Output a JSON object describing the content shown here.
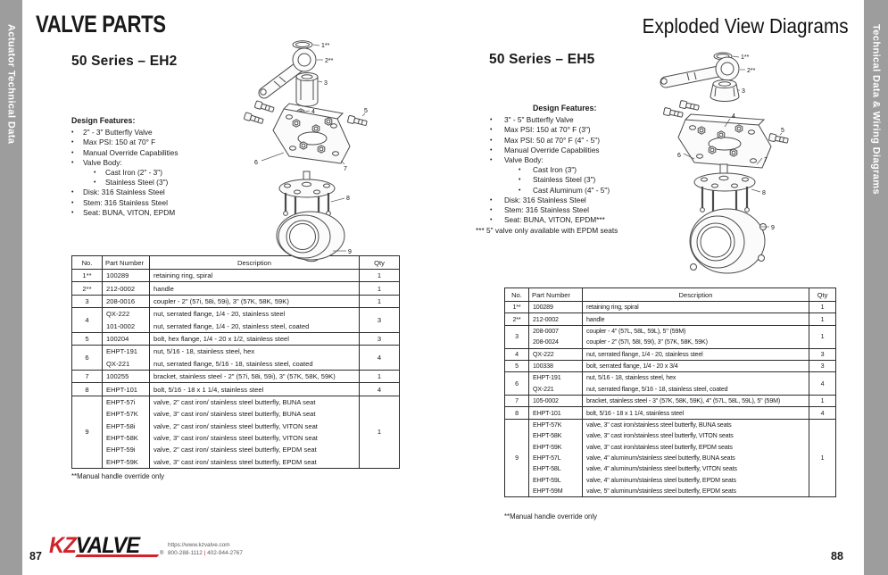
{
  "page": {
    "header_left": "VALVE PARTS",
    "header_right": "Exploded View Diagrams",
    "left_sidebar": "Actuator Technical Data",
    "right_sidebar": "Technical Data & Wiring Diagrams",
    "left_page_number": "87",
    "right_page_number": "88",
    "bullet_char": "•",
    "accent_red": "#d2232a",
    "sidebar_gray": "#9d9d9d"
  },
  "footer": {
    "logo_kz": "KZ",
    "logo_valve": "VALVE",
    "registered": "®",
    "website": "https://www.kzvalve.com",
    "phone1": "800-288-1112",
    "phone_sep": "|",
    "phone2": "402-944-2767"
  },
  "left_section": {
    "title": "50 Series – EH2",
    "design_features_title": "Design Features:",
    "features": [
      {
        "text": "2\" - 3\" Butterfly Valve",
        "sub": false
      },
      {
        "text": "Max PSI: 150 at 70° F",
        "sub": false
      },
      {
        "text": "Manual Override Capabilities",
        "sub": false
      },
      {
        "text": "Valve Body:",
        "sub": false
      },
      {
        "text": "Cast Iron (2\" - 3\")",
        "sub": true
      },
      {
        "text": "Stainless Steel (3\")",
        "sub": true
      },
      {
        "text": "Disk: 316 Stainless Steel",
        "sub": false
      },
      {
        "text": "Stem: 316 Stainless Steel",
        "sub": false
      },
      {
        "text": "Seat: BUNA, VITON, EPDM",
        "sub": false
      }
    ],
    "callouts": [
      "1**",
      "2**",
      "3",
      "4",
      "5",
      "6",
      "7",
      "8",
      "9"
    ],
    "table": {
      "headers": [
        "No.",
        "Part Number",
        "Description",
        "Qty"
      ],
      "rows": [
        {
          "no": "1**",
          "qty": "1",
          "parts": [
            [
              "100289",
              "retaining ring, spiral"
            ]
          ]
        },
        {
          "no": "2**",
          "qty": "1",
          "parts": [
            [
              "212-0002",
              "handle"
            ]
          ]
        },
        {
          "no": "3",
          "qty": "1",
          "parts": [
            [
              "208-0016",
              "coupler - 2\" (57i, 58i, 59i), 3\" (57K, 58K, 59K)"
            ]
          ]
        },
        {
          "no": "4",
          "qty": "3",
          "parts": [
            [
              "QX-222",
              "nut, serrated flange, 1/4 - 20, stainless steel"
            ],
            [
              "101-0002",
              "nut, serrated flange, 1/4 - 20, stainless steel, coated"
            ]
          ]
        },
        {
          "no": "5",
          "qty": "3",
          "parts": [
            [
              "100204",
              "bolt, hex flange, 1/4 - 20 x 1/2, stainless steel"
            ]
          ]
        },
        {
          "no": "6",
          "qty": "4",
          "parts": [
            [
              "EHPT-191",
              "nut, 5/16 - 18, stainless steel, hex"
            ],
            [
              "QX-221",
              "nut, serrated flange, 5/16 - 18, stainless steel, coated"
            ]
          ]
        },
        {
          "no": "7",
          "qty": "1",
          "parts": [
            [
              "100255",
              "bracket, stainless steel - 2\" (57i, 58i, 59i), 3\" (57K, 58K, 59K)"
            ]
          ]
        },
        {
          "no": "8",
          "qty": "4",
          "parts": [
            [
              "EHPT-101",
              "bolt, 5/16 - 18 x 1 1/4, stainless steel"
            ]
          ]
        },
        {
          "no": "9",
          "qty": "1",
          "parts": [
            [
              "EHPT-57i",
              "valve, 2\" cast iron/ stainless steel butterfly, BUNA seat"
            ],
            [
              "EHPT-57K",
              "valve, 3\" cast iron/ stainless steel butterfly, BUNA seat"
            ],
            [
              "EHPT-58i",
              "valve, 2\" cast iron/ stainless steel butterfly, VITON seat"
            ],
            [
              "EHPT-58K",
              "valve, 3\" cast iron/ stainless steel butterfly, VITON seat"
            ],
            [
              "EHPT-59i",
              "valve, 2\" cast iron/ stainless steel butterfly, EPDM seat"
            ],
            [
              "EHPT-59K",
              "valve, 3\" cast iron/ stainless steel butterfly, EPDM seat"
            ]
          ]
        }
      ]
    },
    "footnote": "**Manual handle override only"
  },
  "right_section": {
    "title": "50 Series – EH5",
    "design_features_title": "Design Features:",
    "features": [
      {
        "text": "3\" - 5\" Butterfly Valve",
        "sub": false
      },
      {
        "text": "Max PSI: 150 at 70° F (3\")",
        "sub": false
      },
      {
        "text": "Max PSI: 50 at 70° F (4\" - 5\")",
        "sub": false
      },
      {
        "text": "Manual Override Capabilities",
        "sub": false
      },
      {
        "text": "Valve Body:",
        "sub": false
      },
      {
        "text": "Cast Iron (3\")",
        "sub": true
      },
      {
        "text": "Stainless Steel (3\")",
        "sub": true
      },
      {
        "text": "Cast Aluminum (4\" - 5\")",
        "sub": true
      },
      {
        "text": "Disk: 316 Stainless Steel",
        "sub": false
      },
      {
        "text": "Stem: 316 Stainless Steel",
        "sub": false
      },
      {
        "text": "Seat: BUNA, VITON, EPDM***",
        "sub": false
      }
    ],
    "features_note": "*** 5\" valve only available with EPDM seats",
    "callouts": [
      "1**",
      "2**",
      "3",
      "4",
      "5",
      "6",
      "7",
      "8",
      "9"
    ],
    "table": {
      "headers": [
        "No.",
        "Part Number",
        "Description",
        "Qty"
      ],
      "rows": [
        {
          "no": "1**",
          "qty": "1",
          "parts": [
            [
              "100289",
              "retaining ring, spiral"
            ]
          ]
        },
        {
          "no": "2**",
          "qty": "1",
          "parts": [
            [
              "212-0002",
              "handle"
            ]
          ]
        },
        {
          "no": "3",
          "qty": "1",
          "parts": [
            [
              "208-0007",
              "coupler - 4\" (57L, 58L, 59L), 5\" (59M)"
            ],
            [
              "208-0024",
              "coupler - 2\" (57I, 58I, 59I), 3\" (57K, 58K, 59K)"
            ]
          ]
        },
        {
          "no": "4",
          "qty": "3",
          "parts": [
            [
              "QX-222",
              "nut, serrated flange, 1/4 - 20, stainless steel"
            ]
          ]
        },
        {
          "no": "5",
          "qty": "3",
          "parts": [
            [
              "100338",
              "bolt, serrated flange, 1/4 - 20 x 3/4"
            ]
          ]
        },
        {
          "no": "6",
          "qty": "4",
          "parts": [
            [
              "EHPT-191",
              "nut, 5/16 - 18, stainless steel, hex"
            ],
            [
              "QX-221",
              "nut, serrated flange, 5/16 - 18, stainless steel, coated"
            ]
          ]
        },
        {
          "no": "7",
          "qty": "1",
          "parts": [
            [
              "105-0002",
              "bracket, stainless steel - 3\" (57K, 58K, 59K), 4\" (57L, 58L, 59L), 5\" (59M)"
            ]
          ]
        },
        {
          "no": "8",
          "qty": "4",
          "parts": [
            [
              "EHPT-101",
              "bolt, 5/16 - 18 x 1 1/4, stainless steel"
            ]
          ]
        },
        {
          "no": "9",
          "qty": "1",
          "parts": [
            [
              "EHPT-57K",
              "valve, 3\" cast iron/stainless steel butterfly, BUNA seats"
            ],
            [
              "EHPT-58K",
              "valve, 3\" cast iron/stainless steel butterfly, VITON seats"
            ],
            [
              "EHPT-59K",
              "valve, 3\" cast iron/stainless steel butterfly, EPDM seats"
            ],
            [
              "EHPT-57L",
              "valve, 4\" aluminum/stainless steel butterfly, BUNA seats"
            ],
            [
              "EHPT-58L",
              "valve, 4\" aluminum/stainless steel butterfly, VITON seats"
            ],
            [
              "EHPT-59L",
              "valve, 4\" aluminum/stainless steel butterfly, EPDM seats"
            ],
            [
              "EHPT-59M",
              "valve, 5\" aluminum/stainless steel butterfly, EPDM seats"
            ]
          ]
        }
      ]
    },
    "footnote": "**Manual handle override only"
  }
}
